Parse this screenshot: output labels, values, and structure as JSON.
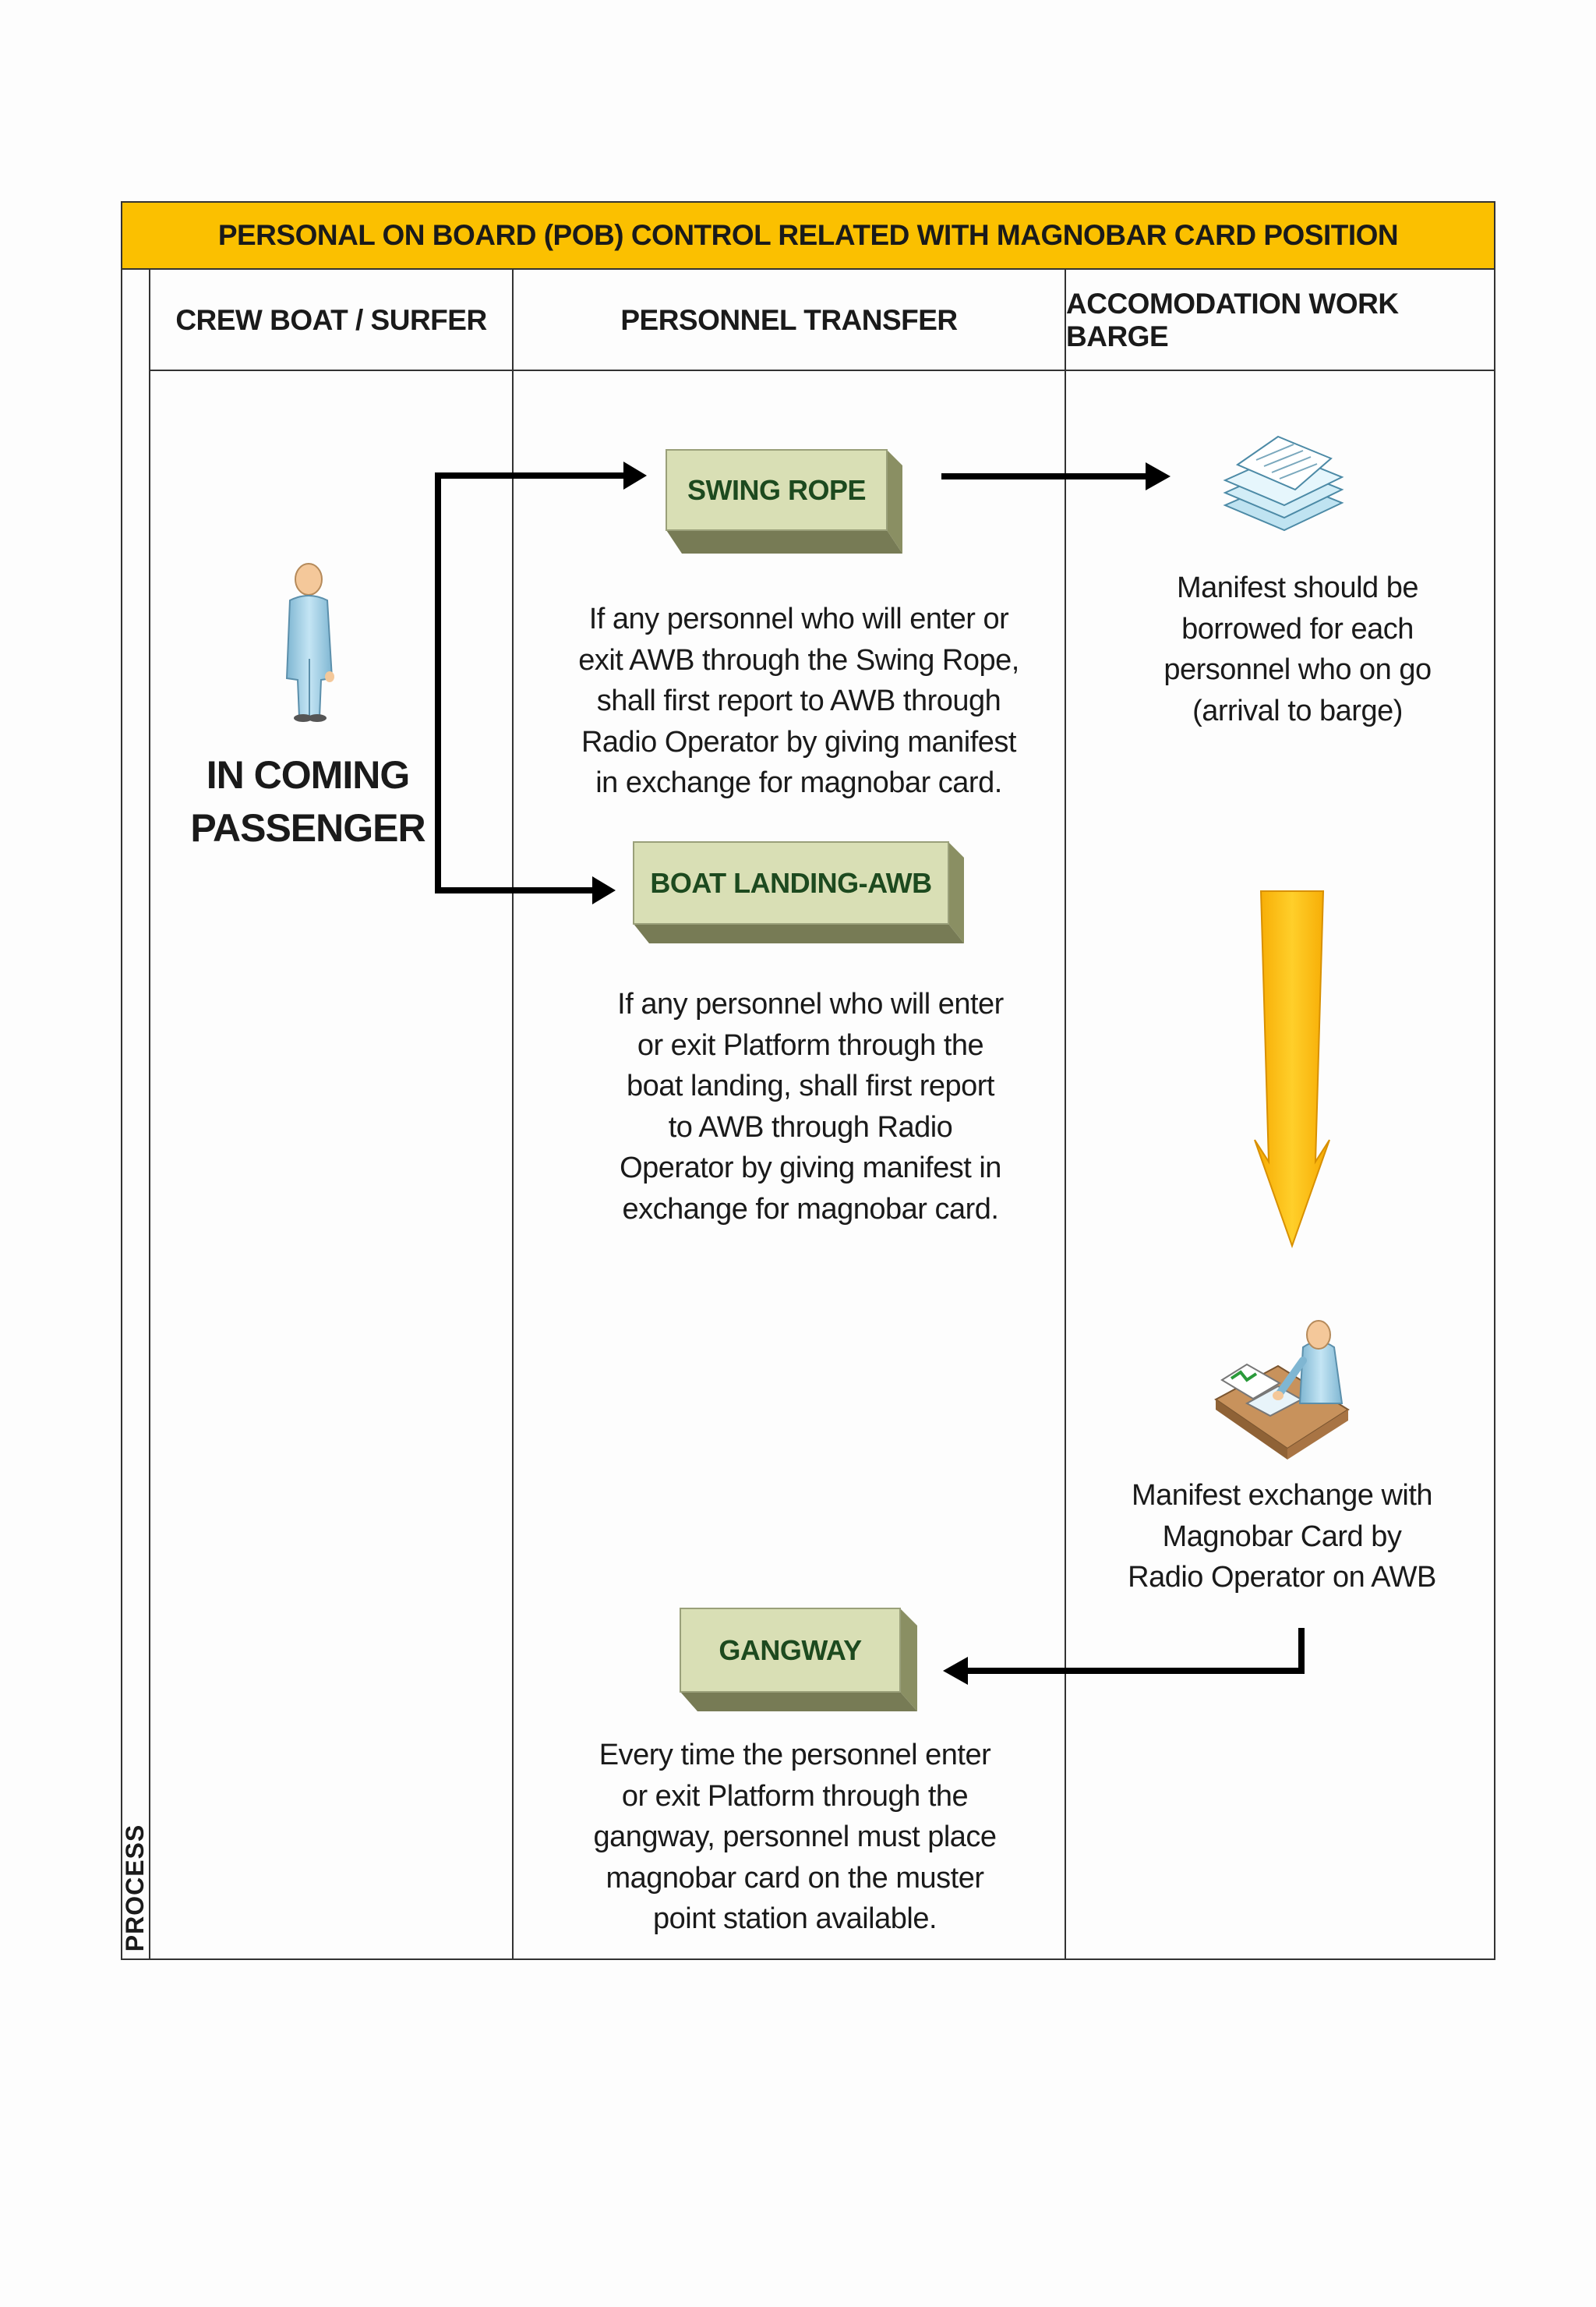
{
  "title": "PERSONAL ON BOARD (POB) CONTROL RELATED WITH MAGNOBAR CARD POSITION",
  "side_label": "PROCESS",
  "lanes": [
    {
      "label": "CREW BOAT / SURFER"
    },
    {
      "label": "PERSONNEL TRANSFER"
    },
    {
      "label": "ACCOMODATION WORK BARGE"
    }
  ],
  "passenger_label": "IN COMING\nPASSENGER",
  "nodes": {
    "swing_rope": {
      "label": "SWING ROPE",
      "description": "If any personnel who will enter or\nexit AWB through the Swing Rope,\nshall first report to AWB through\nRadio Operator by giving manifest\nin exchange for magnobar card."
    },
    "boat_landing": {
      "label": "BOAT LANDING-AWB",
      "description": "If any personnel who will enter\nor exit Platform through the\nboat landing, shall first report\nto AWB through Radio\nOperator by giving manifest in\nexchange for magnobar card."
    },
    "gangway": {
      "label": "GANGWAY",
      "description": "Every time the personnel enter\nor exit Platform through the\ngangway, personnel must place\nmagnobar card on the muster\npoint station  available."
    },
    "manifest": {
      "description": "Manifest should be\nborrowed for each\npersonnel who on go\n(arrival to barge)"
    },
    "exchange": {
      "description": "Manifest exchange with\nMagnobar Card by\nRadio Operator on AWB"
    }
  },
  "colors": {
    "title_bar": "#fbc000",
    "box_face": "#d9dfb5",
    "box_side": "#8a8f63",
    "box_text": "#1d4a1f",
    "down_arrow": "#fbc000",
    "person": "#a8d4ea"
  },
  "icons": [
    "person-icon",
    "documents-icon",
    "operator-desk-icon",
    "down-arrow-icon"
  ]
}
